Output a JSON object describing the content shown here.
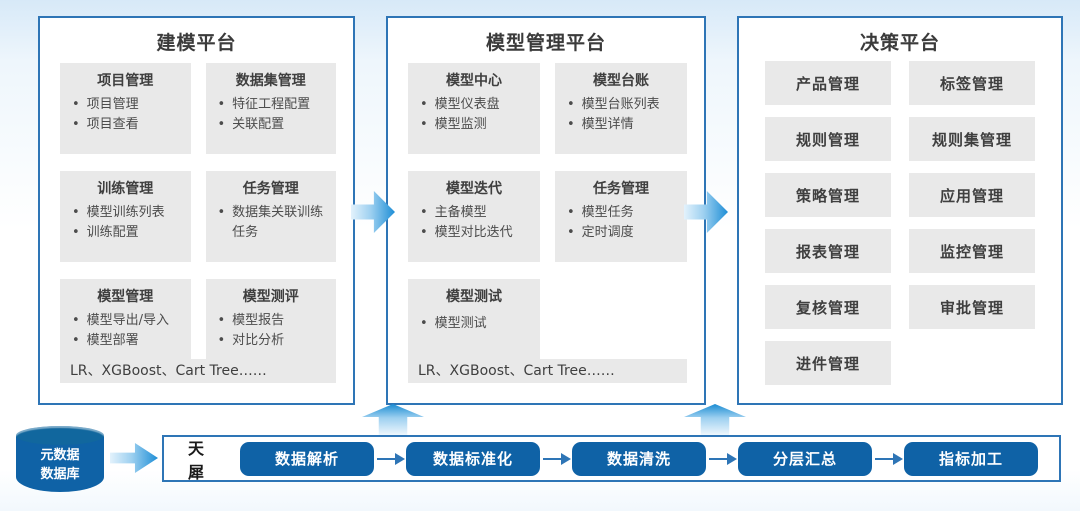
{
  "colors": {
    "panel_border": "#2e75b6",
    "card_bg": "#e9e9e9",
    "step_button_bg": "#0f62a6",
    "arrow_blue": "#1e8ed6",
    "text_dark": "#3f3f3f"
  },
  "panels": [
    {
      "title": "建模平台",
      "cards": [
        {
          "title": "项目管理",
          "items": [
            "项目管理",
            "项目查看"
          ]
        },
        {
          "title": "数据集管理",
          "items": [
            "特征工程配置",
            "关联配置"
          ]
        },
        {
          "title": "训练管理",
          "items": [
            "模型训练列表",
            "训练配置"
          ]
        },
        {
          "title": "任务管理",
          "items": [
            "数据集关联训练任务"
          ]
        },
        {
          "title": "模型管理",
          "items": [
            "模型导出/导入",
            "模型部署"
          ]
        },
        {
          "title": "模型测评",
          "items": [
            "模型报告",
            "对比分析"
          ]
        }
      ],
      "footer": "LR、XGBoost、Cart Tree……"
    },
    {
      "title": "模型管理平台",
      "cards": [
        {
          "title": "模型中心",
          "items": [
            "模型仪表盘",
            "模型监测"
          ]
        },
        {
          "title": "模型台账",
          "items": [
            "模型台账列表",
            "模型详情"
          ]
        },
        {
          "title": "模型迭代",
          "items": [
            "主备模型",
            "模型对比迭代"
          ]
        },
        {
          "title": "任务管理",
          "items": [
            "模型任务",
            "定时调度"
          ]
        },
        {
          "title": "模型测试",
          "items": [
            "模型测试"
          ]
        }
      ],
      "footer": "LR、XGBoost、Cart Tree……"
    },
    {
      "title": "决策平台",
      "buttons": [
        "产品管理",
        "标签管理",
        "规则管理",
        "规则集管理",
        "策略管理",
        "应用管理",
        "报表管理",
        "监控管理",
        "复核管理",
        "审批管理",
        "进件管理"
      ]
    }
  ],
  "datasource": {
    "line1": "元数据",
    "line2": "数据库"
  },
  "pipeline": {
    "label": "天犀",
    "steps": [
      "数据解析",
      "数据标准化",
      "数据清洗",
      "分层汇总",
      "指标加工"
    ]
  }
}
